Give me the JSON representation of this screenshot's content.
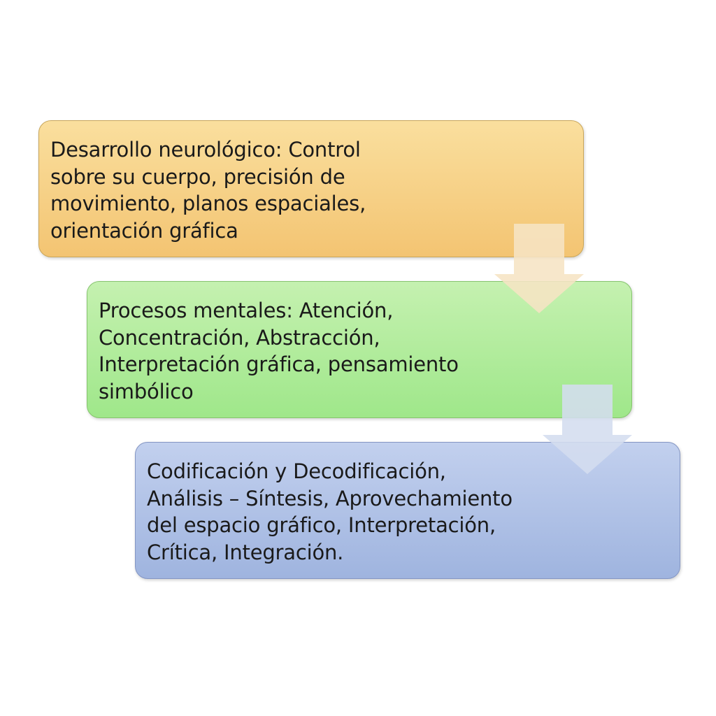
{
  "steps": [
    {
      "text": "Desarrollo neurológico: Control sobre su cuerpo, precisión de movimiento, planos espaciales, orientación gráfica",
      "color_top": "#fadf9e",
      "color_bottom": "#f3c472"
    },
    {
      "text": "Procesos mentales: Atención, Concentración, Abstracción, Interpretación gráfica, pensamiento simbólico",
      "color_top": "#c5f1b0",
      "color_bottom": "#9fe78a"
    },
    {
      "text": "Codificación y Decodificación, Análisis – Síntesis, Aprovechamiento del espacio gráfico, Interpretación, Crítica, Integración.",
      "color_top": "#c2d0ee",
      "color_bottom": "#9fb4df"
    }
  ],
  "arrows": [
    {
      "color": "#f6e4c4"
    },
    {
      "color": "#d4ddef"
    }
  ]
}
